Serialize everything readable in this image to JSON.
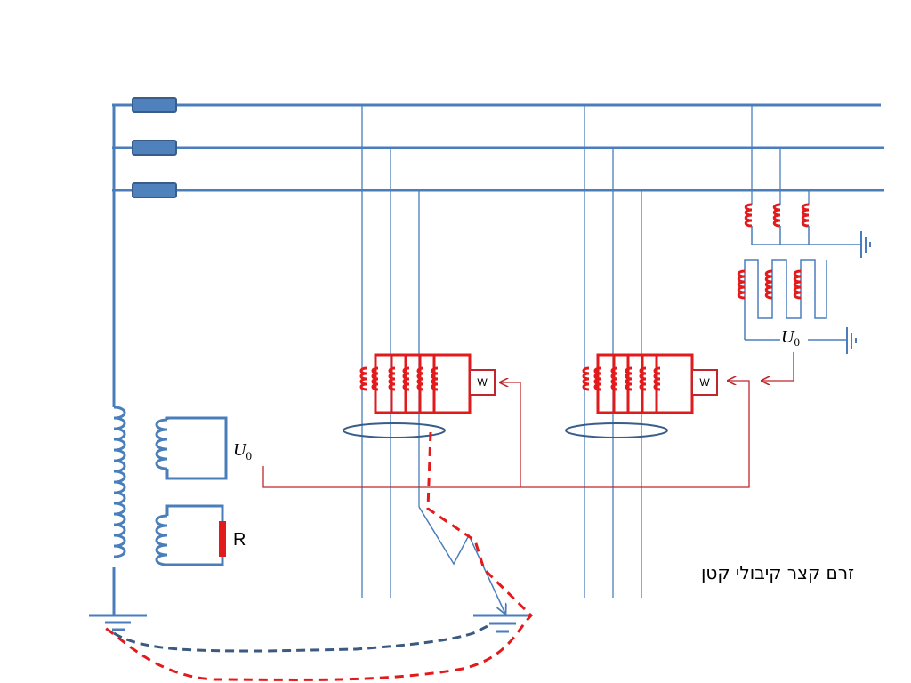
{
  "caption": "זרם קצר קיבולי קטן",
  "labels": {
    "u0_left_main": "U",
    "u0_left_sub": "0",
    "u0_right_main": "U",
    "u0_right_sub": "0",
    "resistor": "R",
    "wattmeter_1": "W",
    "wattmeter_2": "W"
  },
  "colors": {
    "line_blue": "#4a7ebb",
    "fuse_fill": "#4f81bd",
    "fuse_stroke": "#385d8a",
    "coil_red": "#e31a1c",
    "wire_red": "#c0262b",
    "ground_path_red": "#e31a1c",
    "ground_path_blue": "#3b5a80"
  }
}
